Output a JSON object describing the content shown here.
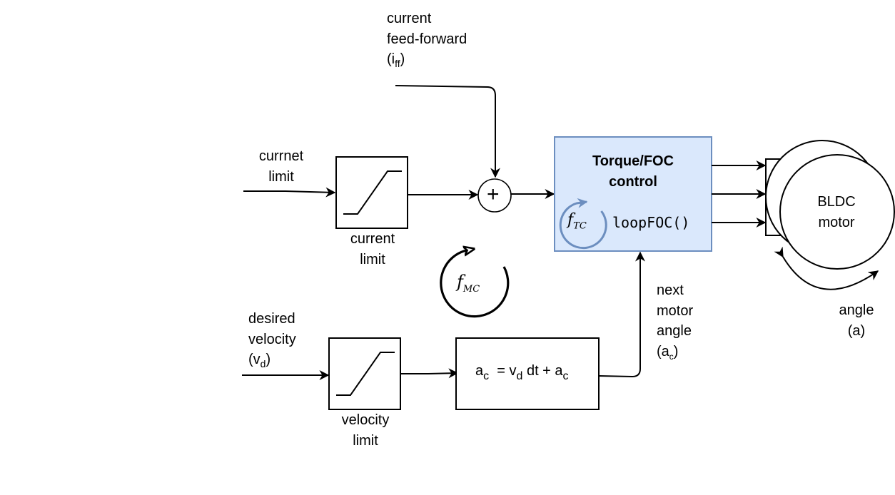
{
  "diagram": {
    "title": "Velocity open-loop control with Torque/FOC",
    "colors": {
      "stroke": "#000000",
      "foc_fill": "#dae8fc",
      "foc_border": "#6c8ebf",
      "loop_icon": "#6c8ebf"
    },
    "labels": {
      "ff_line1": "current",
      "ff_line2": "feed-forward",
      "ff_line3_pre": "(i",
      "ff_line3_sub": "ff",
      "ff_line3_post": ")",
      "cur_in_line1": "currnet",
      "cur_in_line2": "limit",
      "cur_box_line1": "current",
      "cur_box_line2": "limit",
      "des_line1": "desired",
      "des_line2": "velocity",
      "des_line3_pre": "(v",
      "des_line3_sub": "d",
      "des_line3_post": ")",
      "vel_box_line1": "velocity",
      "vel_box_line2": "limit",
      "next_line1": "next",
      "next_line2": "motor",
      "next_line3": "angle",
      "next_line4_pre": "(a",
      "next_line4_sub": "c",
      "next_line4_post": ")",
      "motor_line1": "BLDC",
      "motor_line2": "motor",
      "angle_line1": "angle",
      "angle_line2": "(a)"
    },
    "sum_symbol": "+",
    "foc_block": {
      "title_line1": "Torque/FOC",
      "title_line2": "control",
      "function": "loopFOC()",
      "freq_main": "f",
      "freq_sub": "TC"
    },
    "motion_loop": {
      "freq_main": "f",
      "freq_sub": "MC"
    },
    "integrator": {
      "lhs": "a",
      "lhs_sub": "c",
      "eq": " = v",
      "v_sub": "d",
      "mid": " dt + a",
      "rhs_sub": "c"
    }
  }
}
